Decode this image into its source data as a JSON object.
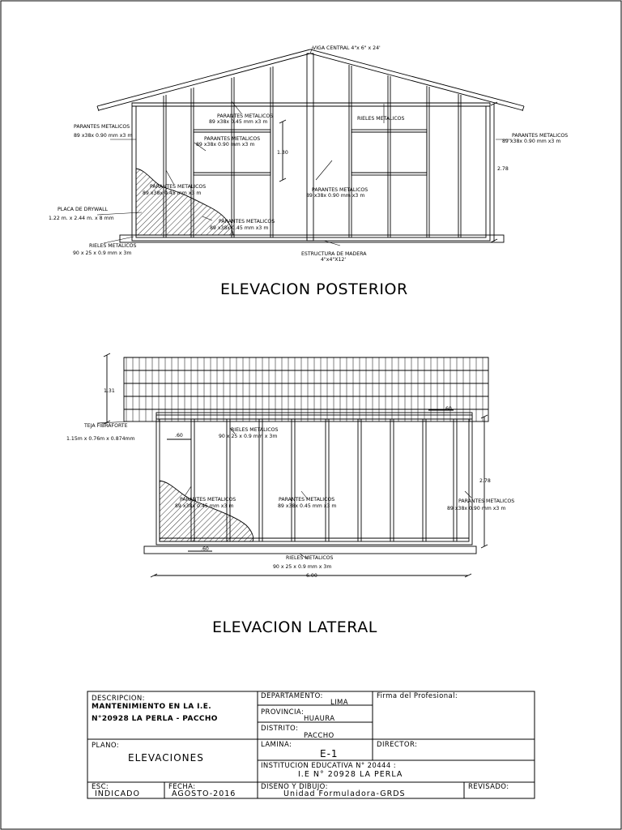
{
  "rear": {
    "title": "ELEVACION POSTERIOR",
    "viga": "VIGA CENTRAL 4\"x 6\" x 24'",
    "parantes_label": "PARANTES METALICOS",
    "par_top_spec": "89 x38x 0.45 mm x3 m",
    "par_left_spec": "89 x38x 0.90 mm x3 m",
    "par_mid_spec": "89 x38x 0.90 mm x3 m",
    "par_right_spec": "89 x38x 0.90 mm x3 m",
    "par_lowleft_spec": "89 x38x 0.45 mm x3 m",
    "par_lower_spec": "89 x38x 0.45 mm x3 m",
    "par_center_spec": "89 x38x 0.90 mm x3 m",
    "rieles_label": "RIELES METALICOS",
    "rieles_spec": "90 x 25 x 0.9 mm x 3m",
    "drywall_label": "PLACA DE DRYWALL",
    "drywall_spec": "1.22 m. x 2.44 m. x 8 mm",
    "estructura_label": "ESTRUCTURA DE MADERA",
    "estructura_spec": "4\"x4\"X12'",
    "dim_130": "1.30",
    "dim_278": "2.78"
  },
  "side": {
    "title": "ELEVACION LATERAL",
    "teja_label": "TEJA FIBRAFORTE",
    "teja_spec": "1.15m x 0.76m x 0.874mm",
    "rieles_label": "RIELES METALICOS",
    "rieles_spec": "90 x 25 x 0.9 mm x 3m",
    "rieles_bottom_spec": "90 x 25 x 0.9 mm x 3m",
    "parantes_label": "PARANTES METALICOS",
    "par_left_spec": "89 x38x 0.45 mm x3 m",
    "par_mid_spec": "89 x38x 0.45 mm x3 m",
    "par_right_spec": "89 x38x 0.90 mm x3 m",
    "dim_131": "1.31",
    "dim_60a": ".60",
    "dim_60b": ".60",
    "dim_60c": ".60",
    "dim_278": "2.78",
    "dim_600": "6.00"
  },
  "titleblock": {
    "descripcion_label": "DESCRIPCION:",
    "descripcion_line1": "MANTENIMIENTO EN LA I.E.",
    "descripcion_line2": "N°20928  LA PERLA - PACCHO",
    "departamento_label": "DEPARTAMENTO:",
    "departamento_value": "LIMA",
    "provincia_label": "PROVINCIA:",
    "provincia_value": "HUAURA",
    "distrito_label": "DISTRITO:",
    "distrito_value": "PACCHO",
    "firma_label": "Firma del Profesional:",
    "plano_label": "PLANO:",
    "plano_value": "ELEVACIONES",
    "lamina_label": "LAMINA:",
    "lamina_value": "E-1",
    "director_label": "DIRECTOR:",
    "institucion_label": "INSTITUCION EDUCATIVA N° 20444 :",
    "institucion_value": "I.E N° 20928 LA PERLA",
    "esc_label": "ESC:",
    "esc_value": "INDICADO",
    "fecha_label": "FECHA:",
    "fecha_value": "AGOSTO-2016",
    "diseno_label": "DISEÑO Y DIBUJO:",
    "diseno_value": "Unidad Formuladora-GRDS",
    "revisado_label": "REVISADO:"
  }
}
